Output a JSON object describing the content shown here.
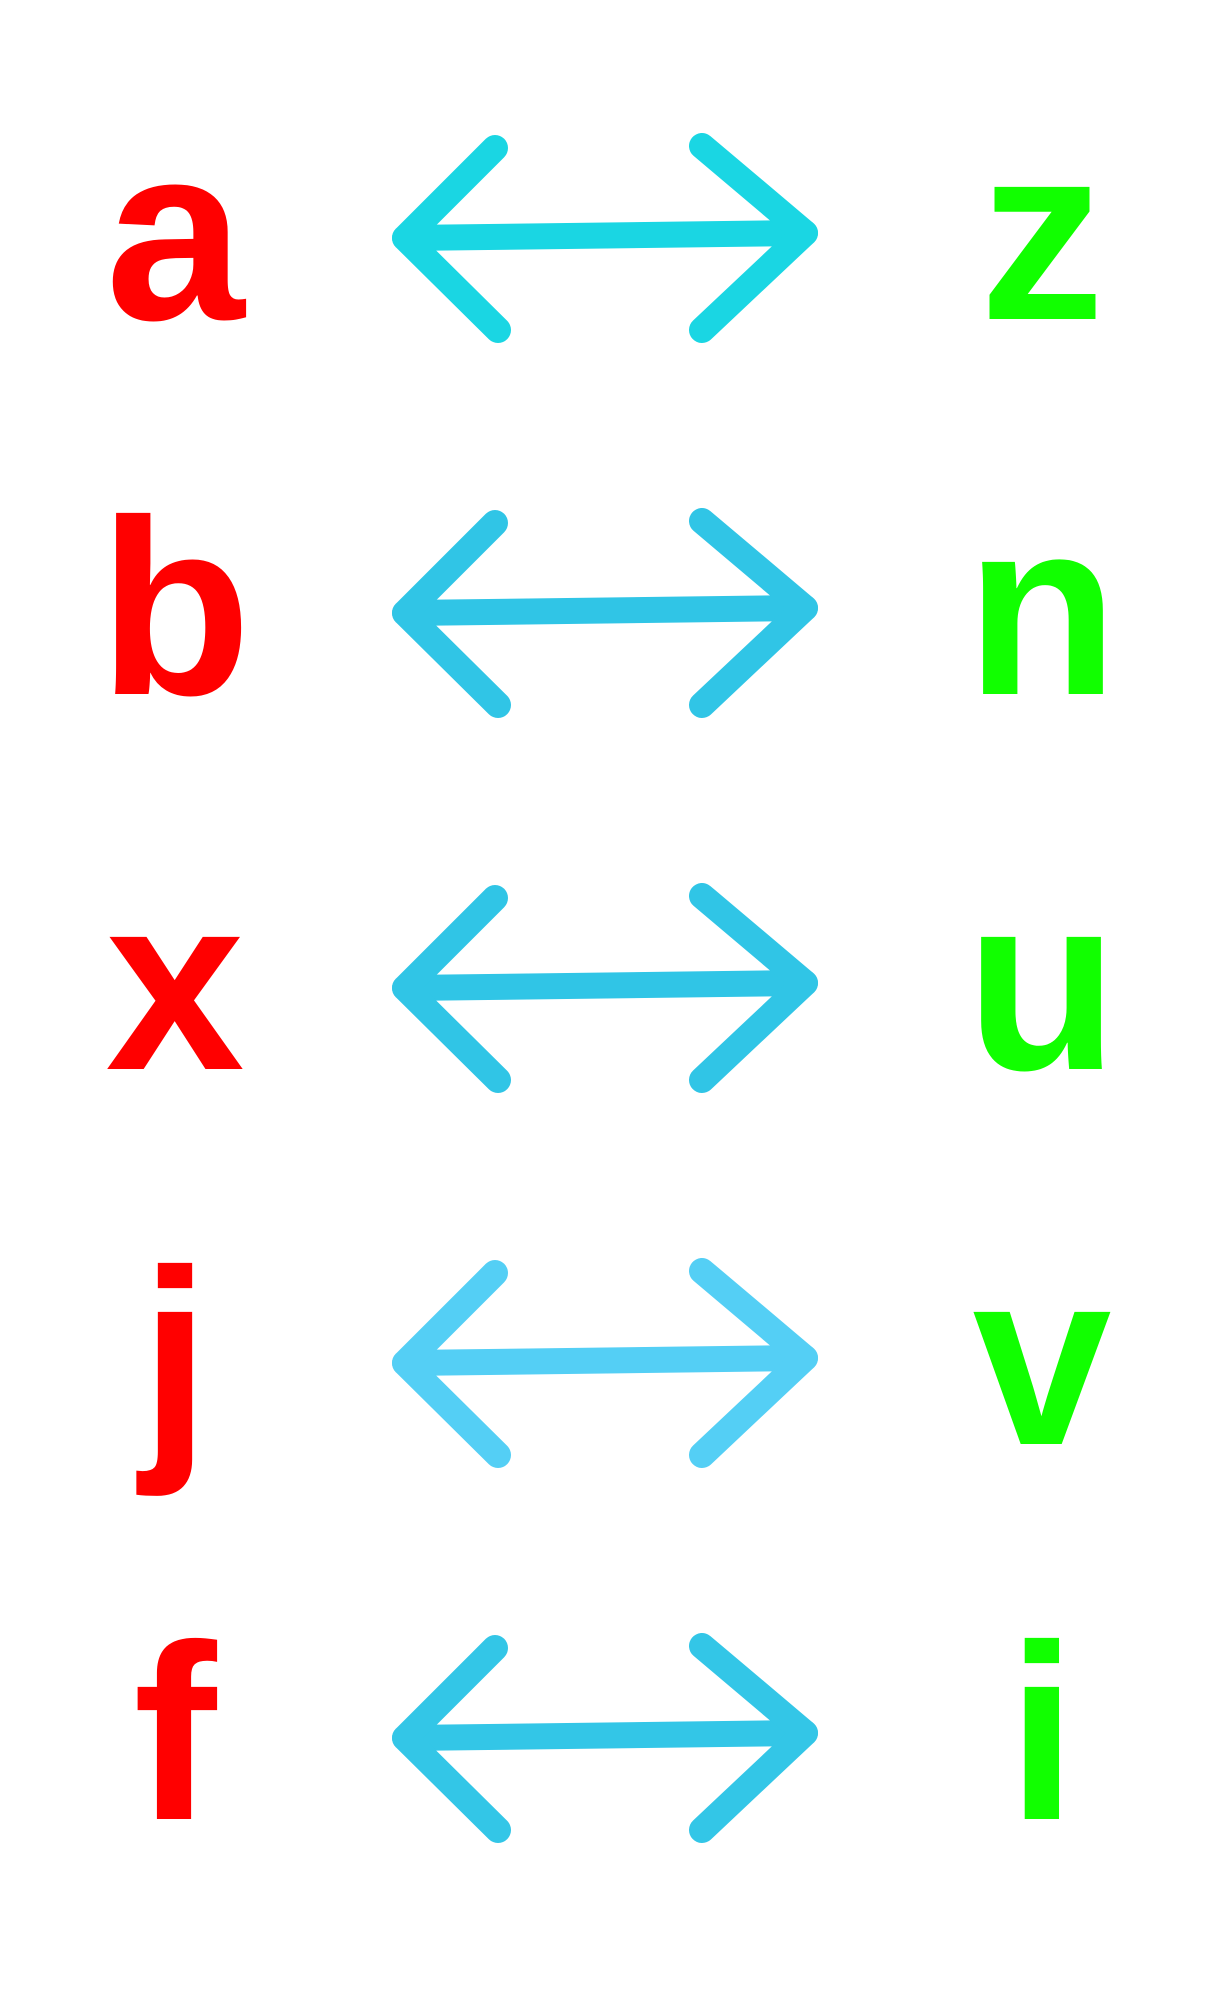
{
  "pairs": [
    {
      "left": "a",
      "right": "z",
      "arrow_color": "#1ad6e3"
    },
    {
      "left": "b",
      "right": "n",
      "arrow_color": "#30c5e6"
    },
    {
      "left": "x",
      "right": "u",
      "arrow_color": "#30c5e6"
    },
    {
      "left": "j",
      "right": "v",
      "arrow_color": "#54cff5"
    },
    {
      "left": "f",
      "right": "i",
      "arrow_color": "#33c6e7"
    }
  ],
  "icons": {
    "arrow": "double-headed-arrow-icon"
  }
}
